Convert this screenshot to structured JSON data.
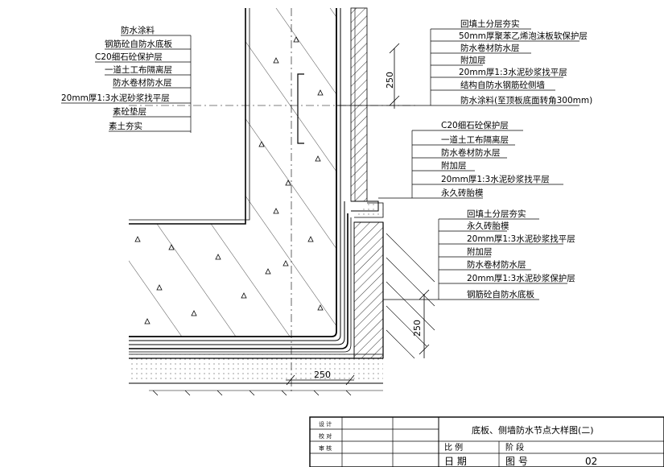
{
  "title_block": {
    "title": "底板、侧墙防水节点大样图(二)",
    "role_1": "设 计",
    "role_2": "校 对",
    "role_3": "审 核",
    "scale_label": "比 例",
    "stage_label": "阶 段",
    "date_label": "日 期",
    "drawing_no_label": "图 号",
    "drawing_no": "02"
  },
  "labels_left": [
    "防水涂料",
    "钢筋砼自防水底板",
    "C20细石砼保护层",
    "一道土工布隔离层",
    "防水卷材防水层",
    "20mm厚1:3水泥砂浆找平层",
    "素砼垫层",
    "素土夯实"
  ],
  "labels_top_right": [
    "回填土分层夯实",
    "50mm厚聚苯乙烯泡沫板软保护层",
    "防水卷材防水层",
    "附加层",
    "20mm厚1:3水泥砂浆找平层",
    "结构自防水钢筋砼侧墙",
    "防水涂料(至顶板底面转角300mm)"
  ],
  "labels_mid_right": [
    "C20细石砼保护层",
    "一道土工布隔离层",
    "防水卷材防水层",
    "附加层",
    "20mm厚1:3水泥砂浆找平层",
    "永久砖胎模"
  ],
  "labels_low_right": [
    "回填土分层夯实",
    "永久砖胎模",
    "20mm厚1:3水泥砂浆找平层",
    "附加层",
    "防水卷材防水层",
    "20mm厚1:3水泥砂浆保护层",
    "钢筋砼自防水底板"
  ],
  "dimensions": {
    "wall_upper": "250",
    "wall_lower": "250",
    "base": "250"
  }
}
